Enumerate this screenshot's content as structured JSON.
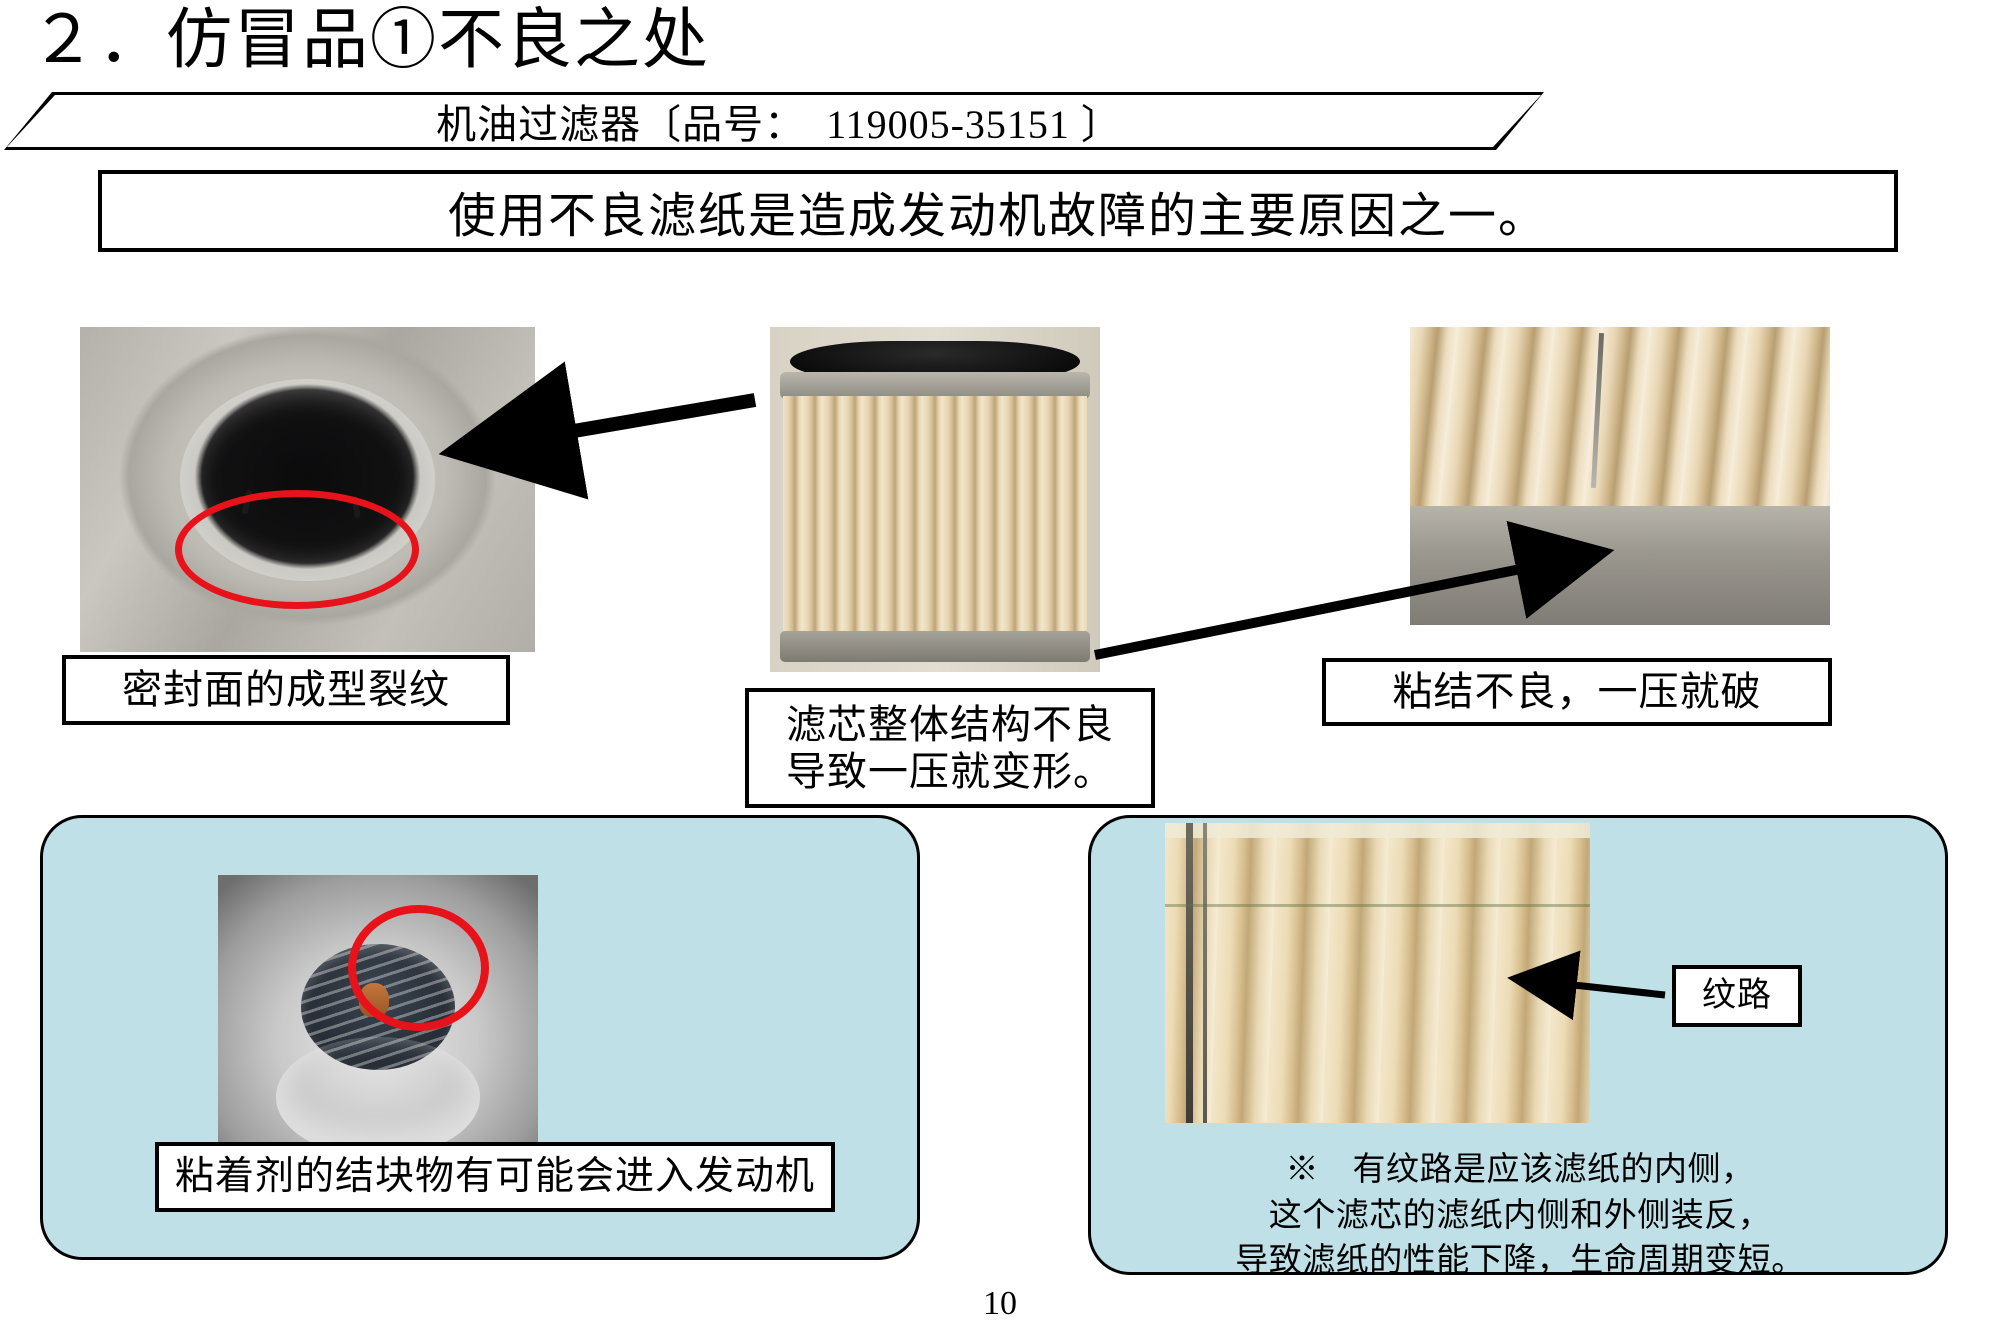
{
  "slide": {
    "title": "２．仿冒品①不良之处",
    "banner_text": "机油过滤器〔品号：　119005-35151 〕",
    "statement": "使用不良滤纸是造成发动机故障的主要原因之一。",
    "page_number": "10"
  },
  "captions": {
    "seal_crack": "密封面的成型裂纹",
    "element_structure": "滤芯整体结构不良\n导致一压就变形。",
    "bond_failure": "粘结不良，一压就破",
    "adhesive_lump": "粘着剂的结块物有可能会进入发动机",
    "grain_label": "纹路"
  },
  "panels": {
    "right_note": "※　有纹路是应该滤纸的内侧，\n这个滤芯的滤纸内侧和外侧装反，\n导致滤纸的性能下降，生命周期变短。"
  },
  "colors": {
    "panel_fill": "#bfe0e6",
    "annotation_red": "#e8121a",
    "line_black": "#000000",
    "page_background": "#ffffff"
  },
  "photos": {
    "seal_face": "photo-seal-face-with-molding-crack",
    "filter_element": "photo-filter-element-whole",
    "glue_failure": "photo-glue-bond-failure-probe",
    "adhesive_lump": "photo-adhesive-lump-in-center-bore",
    "pleat_texture": "photo-filter-paper-grain-texture"
  }
}
